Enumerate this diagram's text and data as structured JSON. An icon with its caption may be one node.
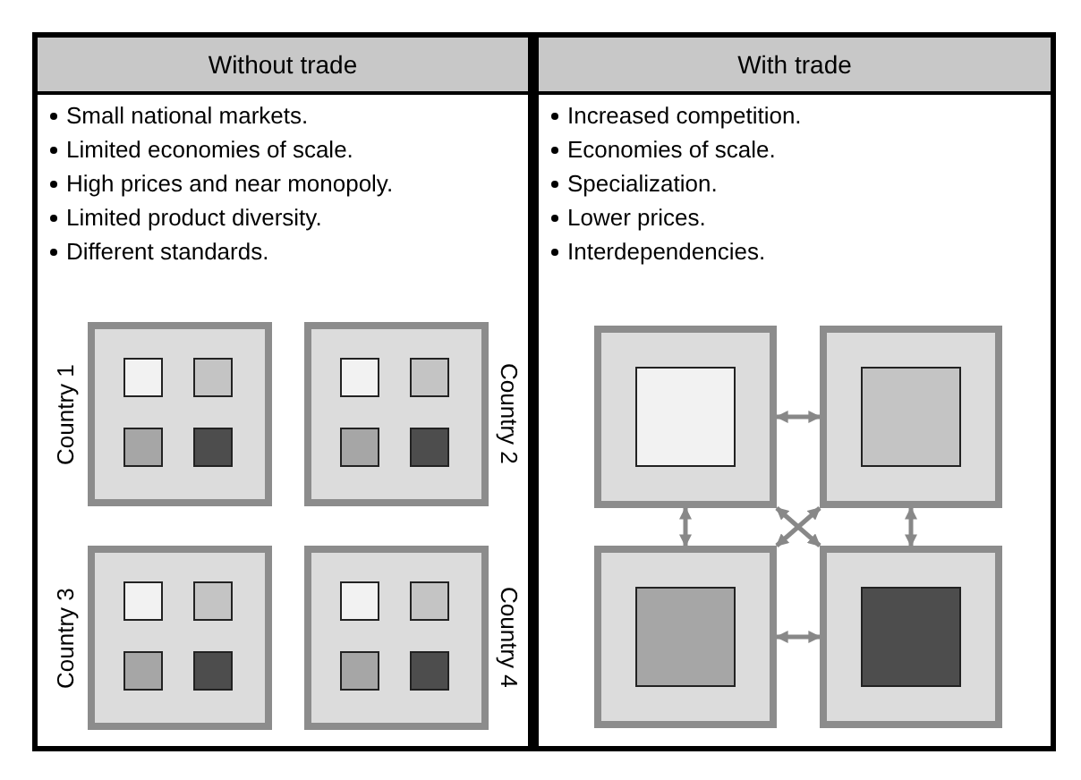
{
  "diagram": {
    "nodes": [
      {
        "text": [
          "Without trade",
          "Small national markets.",
          "Limited economies of scale.",
          "High prices and near monopoly.",
          "Limited product diversity.",
          "Different standards."
        ]
      },
      {
        "text": [
          "Country 1"
        ],
        "in": 0
      },
      {
        "text": [],
        "shape": "box",
        "in": 1
      },
      {
        "text": [],
        "shape": "box",
        "in": 1
      },
      {
        "text": [],
        "shape": "box",
        "in": 1
      },
      {
        "text": [],
        "shape": "box",
        "in": 1
      },
      {
        "text": [
          "Country 2"
        ],
        "in": 0
      },
      {
        "text": [],
        "shape": "box",
        "in": 6
      },
      {
        "text": [],
        "shape": "box",
        "in": 6
      },
      {
        "text": [],
        "shape": "box",
        "in": 6
      },
      {
        "text": [],
        "shape": "box",
        "in": 6
      },
      {
        "text": [
          "Country 3"
        ],
        "in": 0
      },
      {
        "text": [],
        "shape": "box",
        "in": 11
      },
      {
        "text": [],
        "shape": "box",
        "in": 11
      },
      {
        "text": [],
        "shape": "box",
        "in": 11
      },
      {
        "text": [],
        "shape": "box",
        "in": 11
      },
      {
        "text": [
          "Country 4"
        ],
        "in": 0
      },
      {
        "text": [],
        "shape": "box",
        "in": 16
      },
      {
        "text": [],
        "shape": "box",
        "in": 16
      },
      {
        "text": [],
        "shape": "box",
        "in": 16
      },
      {
        "text": [],
        "shape": "box",
        "in": 16
      },
      {
        "text": [
          "With trade",
          "Increased competition.",
          "Economies of scale.",
          "Specialization.",
          "Lower prices.",
          "Interdependencies."
        ]
      },
      {
        "text": [],
        "shape": "box",
        "in": 21
      },
      {
        "text": [],
        "shape": "box",
        "in": 22
      },
      {
        "text": [],
        "shape": "box",
        "in": 21
      },
      {
        "text": [],
        "shape": "box",
        "in": 24
      },
      {
        "text": [],
        "shape": "box",
        "in": 21
      },
      {
        "text": [],
        "shape": "box",
        "in": 26
      },
      {
        "text": [],
        "shape": "box",
        "in": 21
      },
      {
        "text": [],
        "shape": "box",
        "in": 28
      }
    ],
    "edges": [
      {
        "from": 22,
        "to": 24,
        "arrow": "both"
      },
      {
        "from": 22,
        "to": 26,
        "arrow": "both"
      },
      {
        "from": 24,
        "to": 28,
        "arrow": "both"
      },
      {
        "from": 22,
        "to": 28,
        "arrow": "both"
      },
      {
        "from": 24,
        "to": 26,
        "arrow": "both"
      },
      {
        "from": 26,
        "to": 28,
        "arrow": "both"
      }
    ]
  }
}
